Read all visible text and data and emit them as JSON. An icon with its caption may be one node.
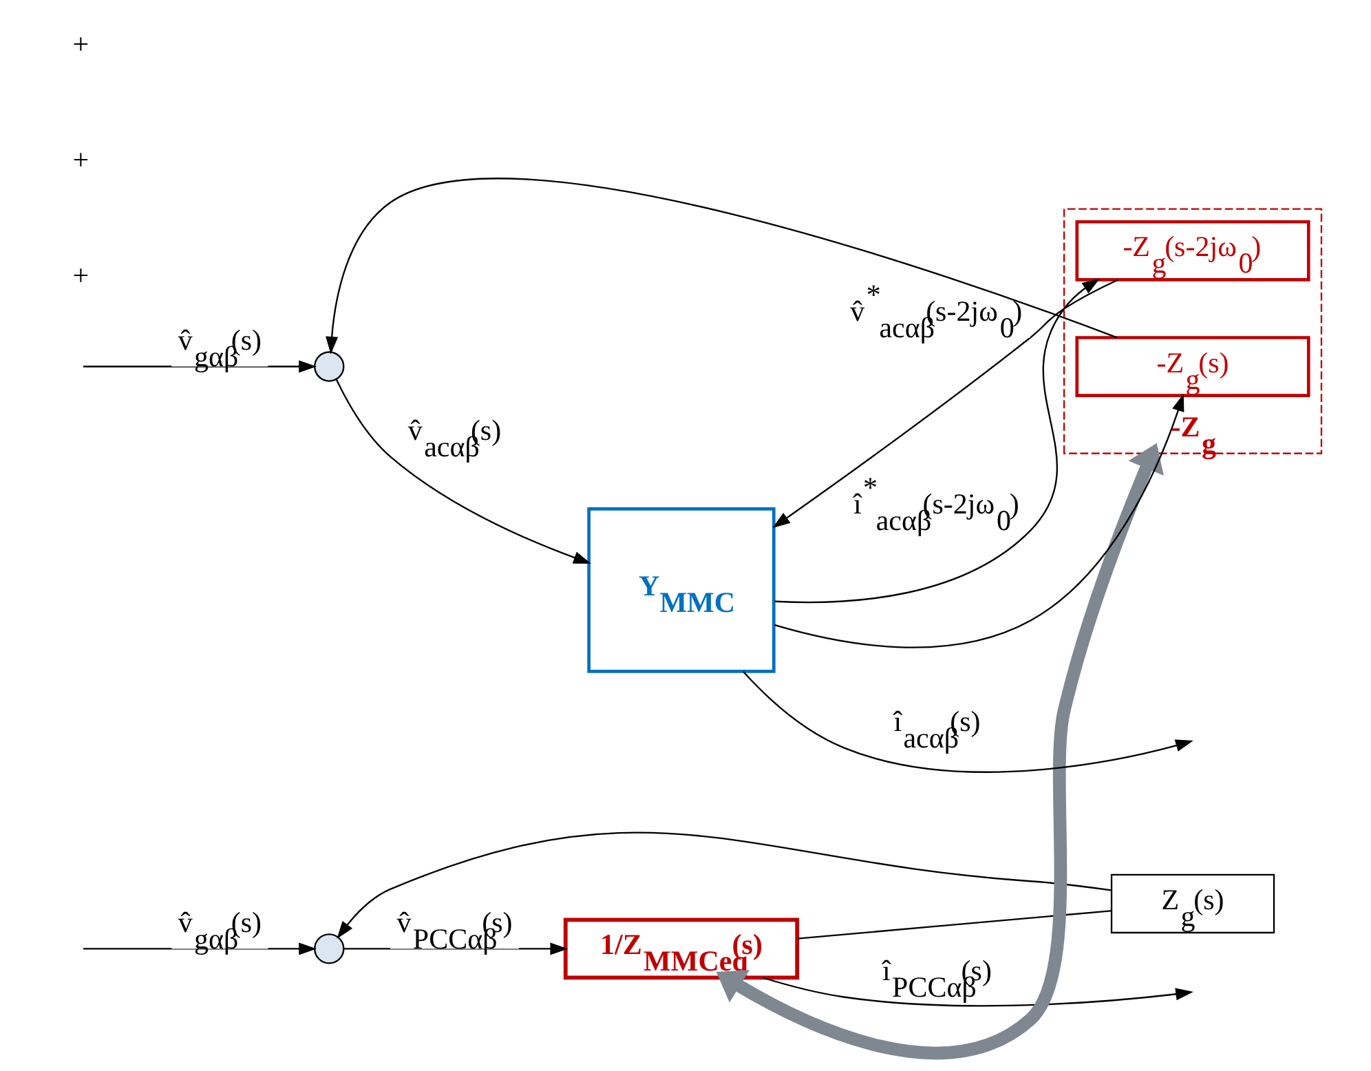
{
  "diagram": {
    "nodes": [
      {
        "text": [],
        "shape": "circle"
      },
      {
        "text": [
          "Y$_{MMC}$"
        ]
      },
      {
        "text": [
          "-Z$_{g}$"
        ]
      },
      {
        "text": [
          "-Z$_{g}$(s)"
        ],
        "in": 2
      },
      {
        "text": [
          "-Z$_{g}$(s-2jω$_{0}$)"
        ],
        "in": 2
      },
      {
        "text": [],
        "shape": "circle"
      },
      {
        "text": [
          "1/Z$_{MMCeq}$(s)"
        ]
      },
      {
        "text": [
          "Z$_{g}$(s)"
        ]
      }
    ],
    "edges": [
      {
        "from": null,
        "to": 0,
        "arrow": "to",
        "label": "v̂$_{gαβ}$(s)"
      },
      {
        "from": 4,
        "to": 1,
        "arrow": "to",
        "label": "v̂$^{*}$$_{acαβ}$(s-2jω$_{0}$)"
      },
      {
        "from": 0,
        "to": 1,
        "arrow": "to",
        "label": "v̂$_{acαβ}$(s)"
      },
      {
        "from": 1,
        "to": 4,
        "arrow": "to",
        "label": "î$^{*}$$_{acαβ}$(s-2jω$_{0}$)"
      },
      {
        "from": 1,
        "to": null,
        "arrow": "to",
        "label": "î$_{acαβ}$(s)"
      },
      {
        "from": 1,
        "to": 3,
        "arrow": "to"
      },
      {
        "from": 3,
        "to": 0,
        "arrow": "to"
      },
      {
        "from": 2,
        "to": 6,
        "arrow": "both",
        "style": "thick",
        "color": "#7f8891"
      },
      {
        "from": null,
        "to": 5,
        "arrow": "to",
        "label": "v̂$_{gαβ}$(s)"
      },
      {
        "from": 5,
        "to": 6,
        "arrow": "to",
        "label": "v̂$_{PCCαβ}$(s)"
      },
      {
        "from": 6,
        "to": null,
        "arrow": "to",
        "label": "î$_{PCCαβ}$(s)"
      },
      {
        "from": 6,
        "to": 7,
        "arrow": "none"
      },
      {
        "from": 7,
        "to": 5,
        "arrow": "to"
      }
    ],
    "labels": [
      "+",
      "+",
      "+"
    ]
  }
}
